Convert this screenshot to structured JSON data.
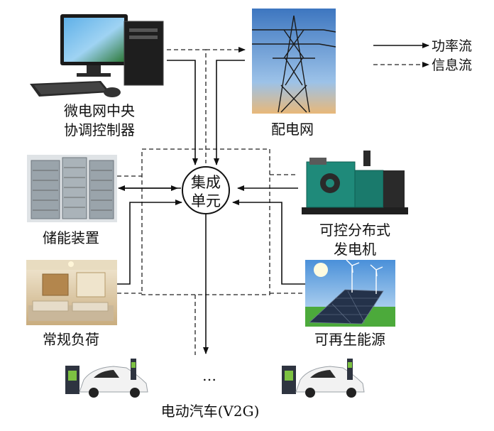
{
  "legend": {
    "power_flow": "功率流",
    "info_flow": "信息流"
  },
  "hub": {
    "line1": "集成",
    "line2": "单元"
  },
  "nodes": {
    "controller": {
      "line1": "微电网中央",
      "line2": "协调控制器"
    },
    "grid": {
      "label": "配电网"
    },
    "storage": {
      "label": "储能装置"
    },
    "generator": {
      "line1": "可控分布式",
      "line2": "发电机"
    },
    "load": {
      "label": "常规负荷"
    },
    "renewable": {
      "label": "可再生能源"
    },
    "ev": {
      "label": "电动汽车(V2G)",
      "ellipsis": "…"
    }
  },
  "colors": {
    "line": "#111111",
    "sky": "#4f86c6",
    "generator": "#1f8a7a",
    "solar": "#24324a",
    "grass": "#4caa3b",
    "ev_charger": "#2e3440",
    "ev_accent": "#7dc242"
  }
}
